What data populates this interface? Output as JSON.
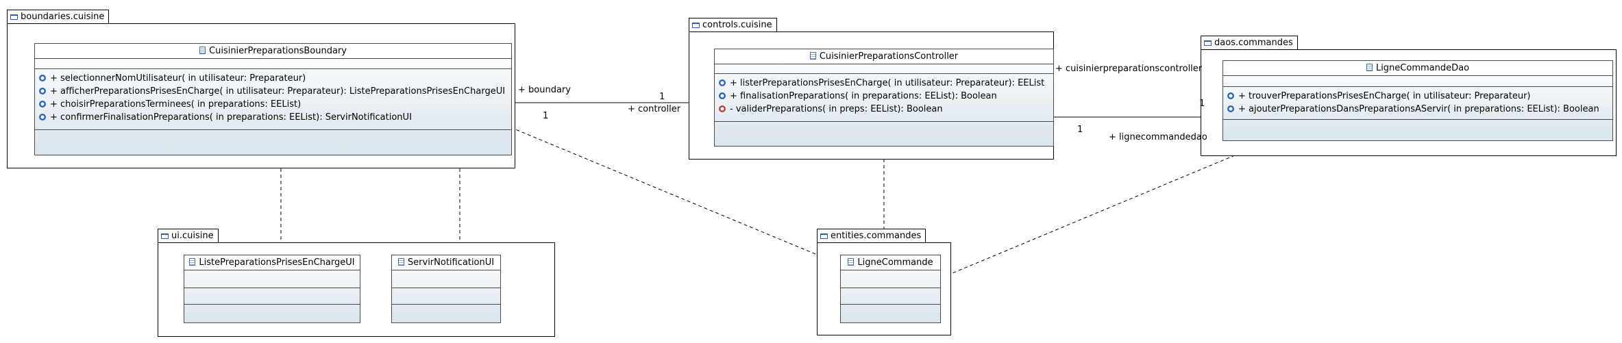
{
  "packages": [
    {
      "id": "pkg-boundaries",
      "name": "boundaries.cuisine"
    },
    {
      "id": "pkg-controls",
      "name": "controls.cuisine"
    },
    {
      "id": "pkg-daos",
      "name": "daos.commandes"
    },
    {
      "id": "pkg-ui",
      "name": "ui.cuisine"
    },
    {
      "id": "pkg-entities",
      "name": "entities.commandes"
    }
  ],
  "classes": {
    "boundary": {
      "name": "CuisinierPreparationsBoundary",
      "operations": [
        {
          "visibility": "public",
          "text": "+ selectionnerNomUtilisateur(  in utilisateur: Preparateur)"
        },
        {
          "visibility": "public",
          "text": "+ afficherPreparationsPrisesEnCharge(  in utilisateur: Preparateur): ListePreparationsPrisesEnChargeUI"
        },
        {
          "visibility": "public",
          "text": "+ choisirPreparationsTerminees(  in preparations: EEList)"
        },
        {
          "visibility": "public",
          "text": "+ confirmerFinalisationPreparations(  in preparations: EEList): ServirNotificationUI"
        }
      ]
    },
    "controller": {
      "name": "CuisinierPreparationsController",
      "operations": [
        {
          "visibility": "public",
          "text": "+ listerPreparationsPrisesEnCharge(  in utilisateur: Preparateur): EEList"
        },
        {
          "visibility": "public",
          "text": "+ finalisationPreparations(  in preparations: EEList): Boolean"
        },
        {
          "visibility": "private",
          "text": "- validerPreparations(  in preps: EEList): Boolean"
        }
      ]
    },
    "dao": {
      "name": "LigneCommandeDao",
      "operations": [
        {
          "visibility": "public",
          "text": "+ trouverPreparationsPrisesEnCharge(  in utilisateur: Preparateur)"
        },
        {
          "visibility": "public",
          "text": "+ ajouterPreparationsDansPreparationsAServir(  in preparations: EEList): Boolean"
        }
      ]
    },
    "listeUI": {
      "name": "ListePreparationsPrisesEnChargeUI"
    },
    "servirUI": {
      "name": "ServirNotificationUI"
    },
    "ligneCommande": {
      "name": "LigneCommande"
    }
  },
  "associations": {
    "boundary_controller": {
      "role_boundary": "+ boundary",
      "mult_boundary": "1",
      "role_controller": "+ controller",
      "mult_controller": "1"
    },
    "controller_dao": {
      "role_controller": "+ cuisinierpreparationscontroller",
      "mult_controller": "1",
      "role_dao": "+ lignecommandedao",
      "mult_dao": "1"
    }
  },
  "icons": {
    "package": "folder-icon",
    "class": "class-icon",
    "public_operation": "public-operation-icon",
    "private_operation": "private-operation-icon"
  },
  "colors": {
    "class_gradient_top": "#ffffff",
    "class_gradient_bottom": "#d9e4ec",
    "icon_blue": "#2e63b8",
    "icon_private": "#b84040"
  }
}
